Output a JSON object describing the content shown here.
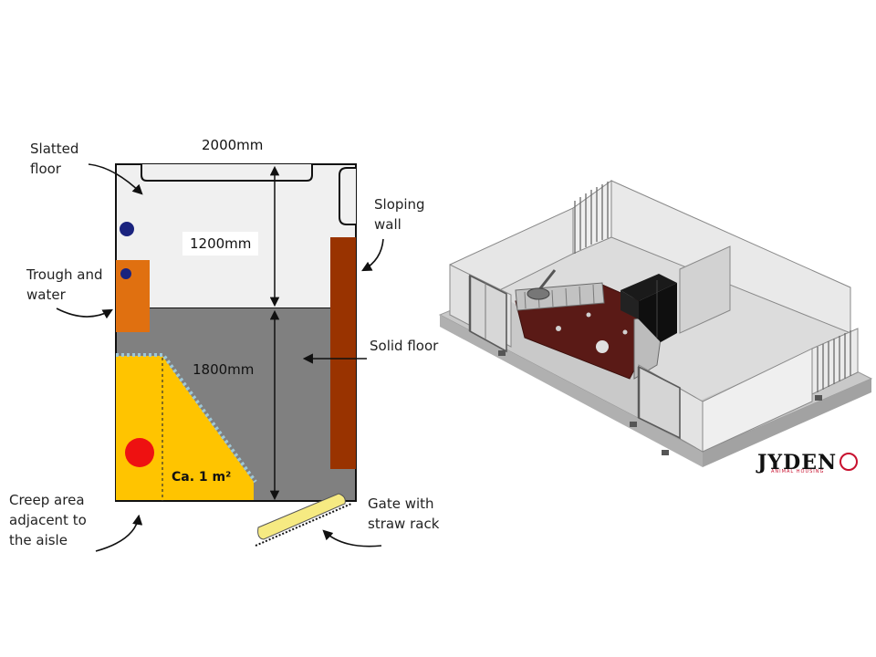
{
  "labels": {
    "slatted_floor": [
      "Slatted",
      "floor"
    ],
    "trough_water": [
      "Trough and",
      "water"
    ],
    "creep_area": [
      "Creep area",
      "adjacent to",
      "the aisle"
    ],
    "sloping_wall": [
      "Sloping",
      "wall"
    ],
    "solid_floor": "Solid floor",
    "gate": [
      "Gate with",
      "straw rack"
    ]
  },
  "dimensions": {
    "width": "2000mm",
    "upper": "1200mm",
    "lower": "1800mm"
  },
  "creep_area_size": "Ca. 1 m²",
  "logo": {
    "name": "JYDEN",
    "tagline": "ANIMAL HOUSING"
  },
  "colors": {
    "slatted": "#f0f0f0",
    "solid": "#808080",
    "trough": "#e07010",
    "creep": "#ffc400",
    "heat_lamp": "#ee1111",
    "sloping_wall": "#993300",
    "gate": "#f6ea82",
    "dots": "#1a237e",
    "creep_edge": "#9ec8d8",
    "dark_floor": "#5a1a16"
  }
}
